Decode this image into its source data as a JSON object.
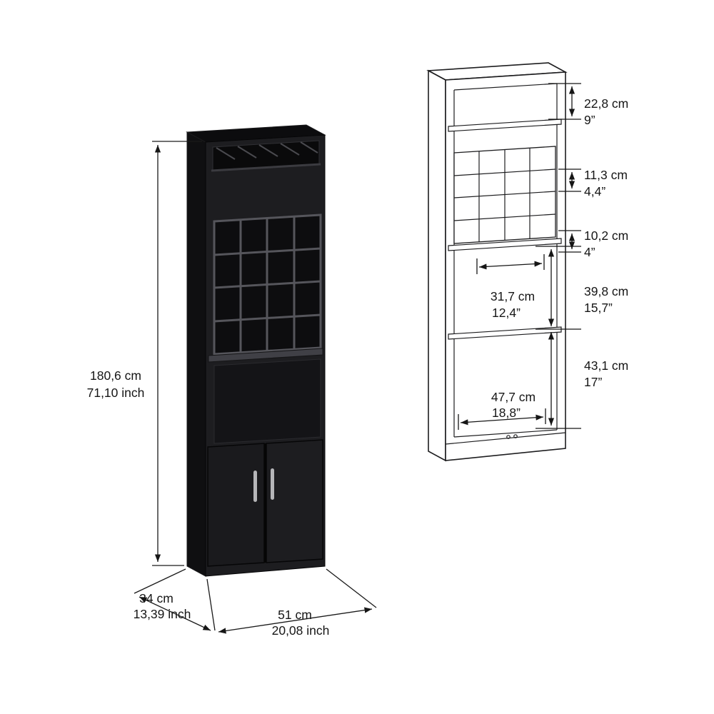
{
  "diagram": {
    "background": "#ffffff",
    "cabinet_color": "#1d1d20",
    "outline_color": "#1d1d1f",
    "handle_color": "#b5b5b8",
    "dimension_line_color": "#1a1a1a"
  },
  "overall_dimensions": {
    "height": {
      "cm": "180,6 cm",
      "inch": "71,10 inch"
    },
    "depth": {
      "cm": "34 cm",
      "inch": "13,39 inch"
    },
    "width": {
      "cm": "51 cm",
      "inch": "20,08 inch"
    }
  },
  "interior_dimensions": {
    "top_compartment_height": {
      "cm": "22,8 cm",
      "inch": "9”"
    },
    "cubby_height": {
      "cm": "11,3 cm",
      "inch": "4,4”"
    },
    "cubby_width": {
      "cm": "10,2 cm",
      "inch": "4”"
    },
    "middle_compartment_width": {
      "cm": "31,7 cm",
      "inch": "12,4”"
    },
    "middle_compartment_height": {
      "cm": "39,8 cm",
      "inch": "15,7”"
    },
    "lower_compartment_height": {
      "cm": "43,1 cm",
      "inch": "17”"
    },
    "lower_compartment_width": {
      "cm": "47,7 cm",
      "inch": "18,8”"
    }
  }
}
